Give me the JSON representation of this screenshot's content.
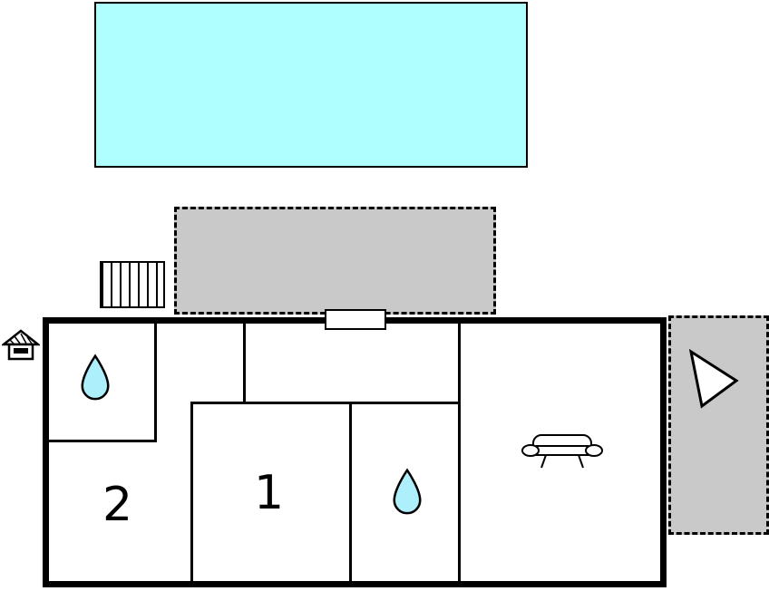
{
  "diagram": {
    "type": "floor-plan",
    "rooms": {
      "bedroom1_label": "1",
      "bedroom2_label": "2"
    },
    "icons": [
      {
        "name": "pool",
        "meaning": "swimming pool"
      },
      {
        "name": "terrace-top",
        "meaning": "dashed gray terrace area"
      },
      {
        "name": "terrace-right",
        "meaning": "dashed gray terrace area"
      },
      {
        "name": "stairs-icon",
        "meaning": "exterior stairs"
      },
      {
        "name": "house-icon",
        "meaning": "small outbuilding / sauna marker"
      },
      {
        "name": "water-drop-icon",
        "meaning": "bathroom / water point"
      },
      {
        "name": "sofa-icon",
        "meaning": "living room sofa"
      },
      {
        "name": "compass-arrow-icon",
        "meaning": "orientation arrow"
      }
    ],
    "colors": {
      "pool_fill": "#b0ffff",
      "terrace_fill": "#c9c9c9",
      "wall": "#000000",
      "drop_fill": "#aeeffc",
      "background": "#ffffff"
    }
  }
}
